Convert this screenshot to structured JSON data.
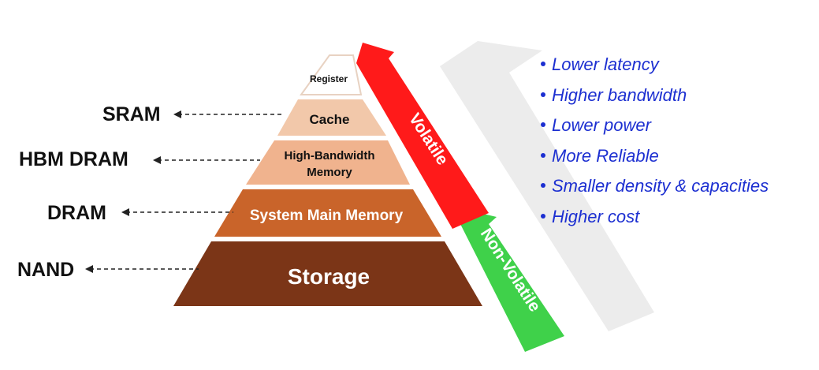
{
  "pyramid": {
    "tiers": [
      {
        "label": "Register",
        "color": "#ffffff",
        "text_color": "#111111"
      },
      {
        "label": "Cache",
        "color": "#f2c8aa",
        "text_color": "#111111"
      },
      {
        "label_lines": [
          "High-Bandwidth",
          "Memory"
        ],
        "color": "#f0b38e",
        "text_color": "#111111"
      },
      {
        "label": "System Main Memory",
        "color": "#c9642a",
        "text_color": "#ffffff"
      },
      {
        "label": "Storage",
        "color": "#7b3517",
        "text_color": "#ffffff"
      }
    ],
    "outline_color": "#e8d2c2"
  },
  "memory_types": [
    {
      "label": "SRAM",
      "tier": 1
    },
    {
      "label": "HBM DRAM",
      "tier": 2
    },
    {
      "label": "DRAM",
      "tier": 3
    },
    {
      "label": "NAND",
      "tier": 4
    }
  ],
  "volatility": {
    "volatile": {
      "label": "Volatile",
      "color": "#ff1a1a"
    },
    "non_volatile": {
      "label": "Non-Volatile",
      "color": "#3fd14a"
    }
  },
  "trend_arrow": {
    "color": "#ececec"
  },
  "properties": [
    "Lower latency",
    "Higher bandwidth",
    "Lower power",
    "More Reliable",
    "Smaller density & capacities",
    "Higher cost"
  ],
  "colors": {
    "bullet_text": "#1c2fd1",
    "label_text": "#111111"
  }
}
